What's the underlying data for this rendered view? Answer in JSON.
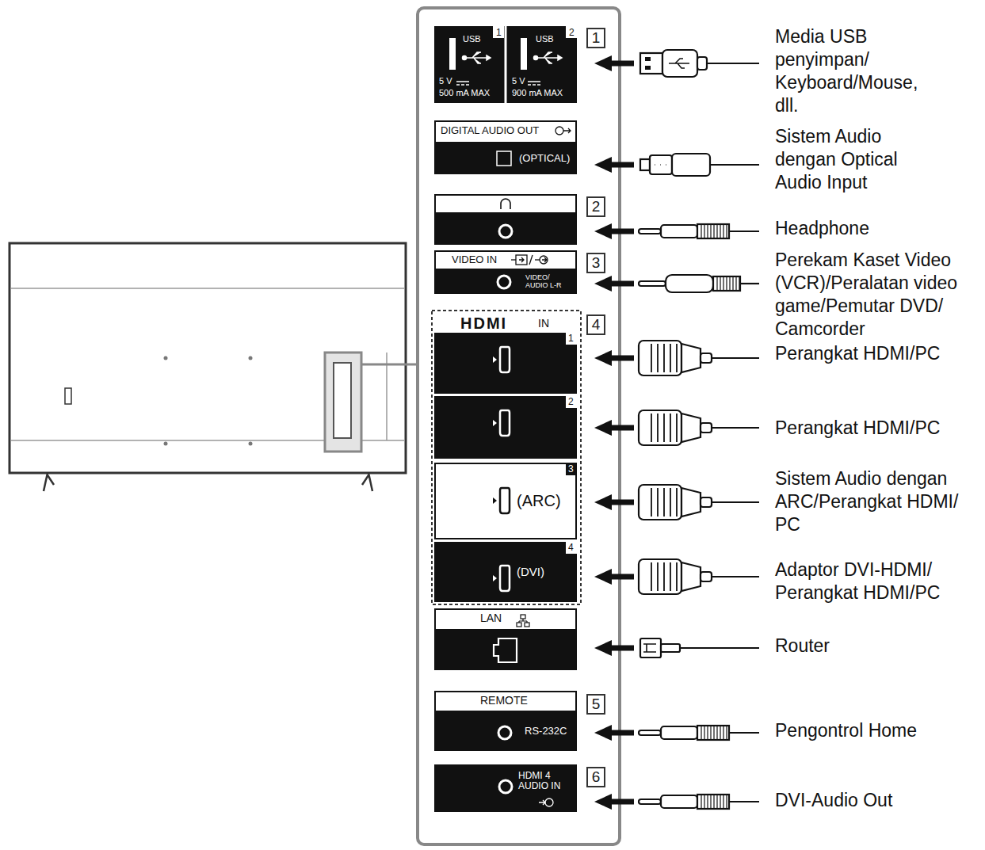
{
  "diagram": {
    "nodes": [
      {
        "text": [
          "1",
          "USB",
          "5 V",
          "500 mA MAX"
        ]
      },
      {
        "text": [
          "2",
          "USB",
          "5 V",
          "900 mA MAX"
        ]
      },
      {
        "text": [
          "DIGITAL AUDIO OUT",
          "(OPTICAL)"
        ]
      },
      {
        "text": [
          "VIDEO IN",
          "VIDEO/ AUDIO L-R"
        ]
      },
      {
        "text": [
          "HDMI",
          "IN"
        ]
      },
      {
        "text": [
          "1"
        ],
        "in": 4
      },
      {
        "text": [
          "2"
        ],
        "in": 4
      },
      {
        "text": [
          "3",
          "(ARC)"
        ],
        "in": 4
      },
      {
        "text": [
          "4",
          "(DVI)"
        ],
        "in": 4
      },
      {
        "text": [
          "LAN"
        ]
      },
      {
        "text": [
          "REMOTE",
          "RS-232C"
        ]
      },
      {
        "text": [
          "HDMI 4 AUDIO IN"
        ]
      }
    ],
    "labels": [
      "1",
      "2",
      "3",
      "4",
      "5",
      "6",
      "Media USB penyimpan/ Keyboard/Mouse, dll.",
      "Sistem Audio dengan Optical Audio Input",
      "Headphone",
      "Perekam Kaset Video (VCR)/Peralatan video game/Pemutar DVD/ Camcorder",
      "Perangkat HDMI/PC",
      "Perangkat HDMI/PC",
      "Sistem Audio dengan ARC/Perangkat HDMI/ PC",
      "Adaptor DVI-HDMI/ Perangkat HDMI/PC",
      "Router",
      "Pengontrol Home",
      "DVI-Audio Out"
    ]
  }
}
